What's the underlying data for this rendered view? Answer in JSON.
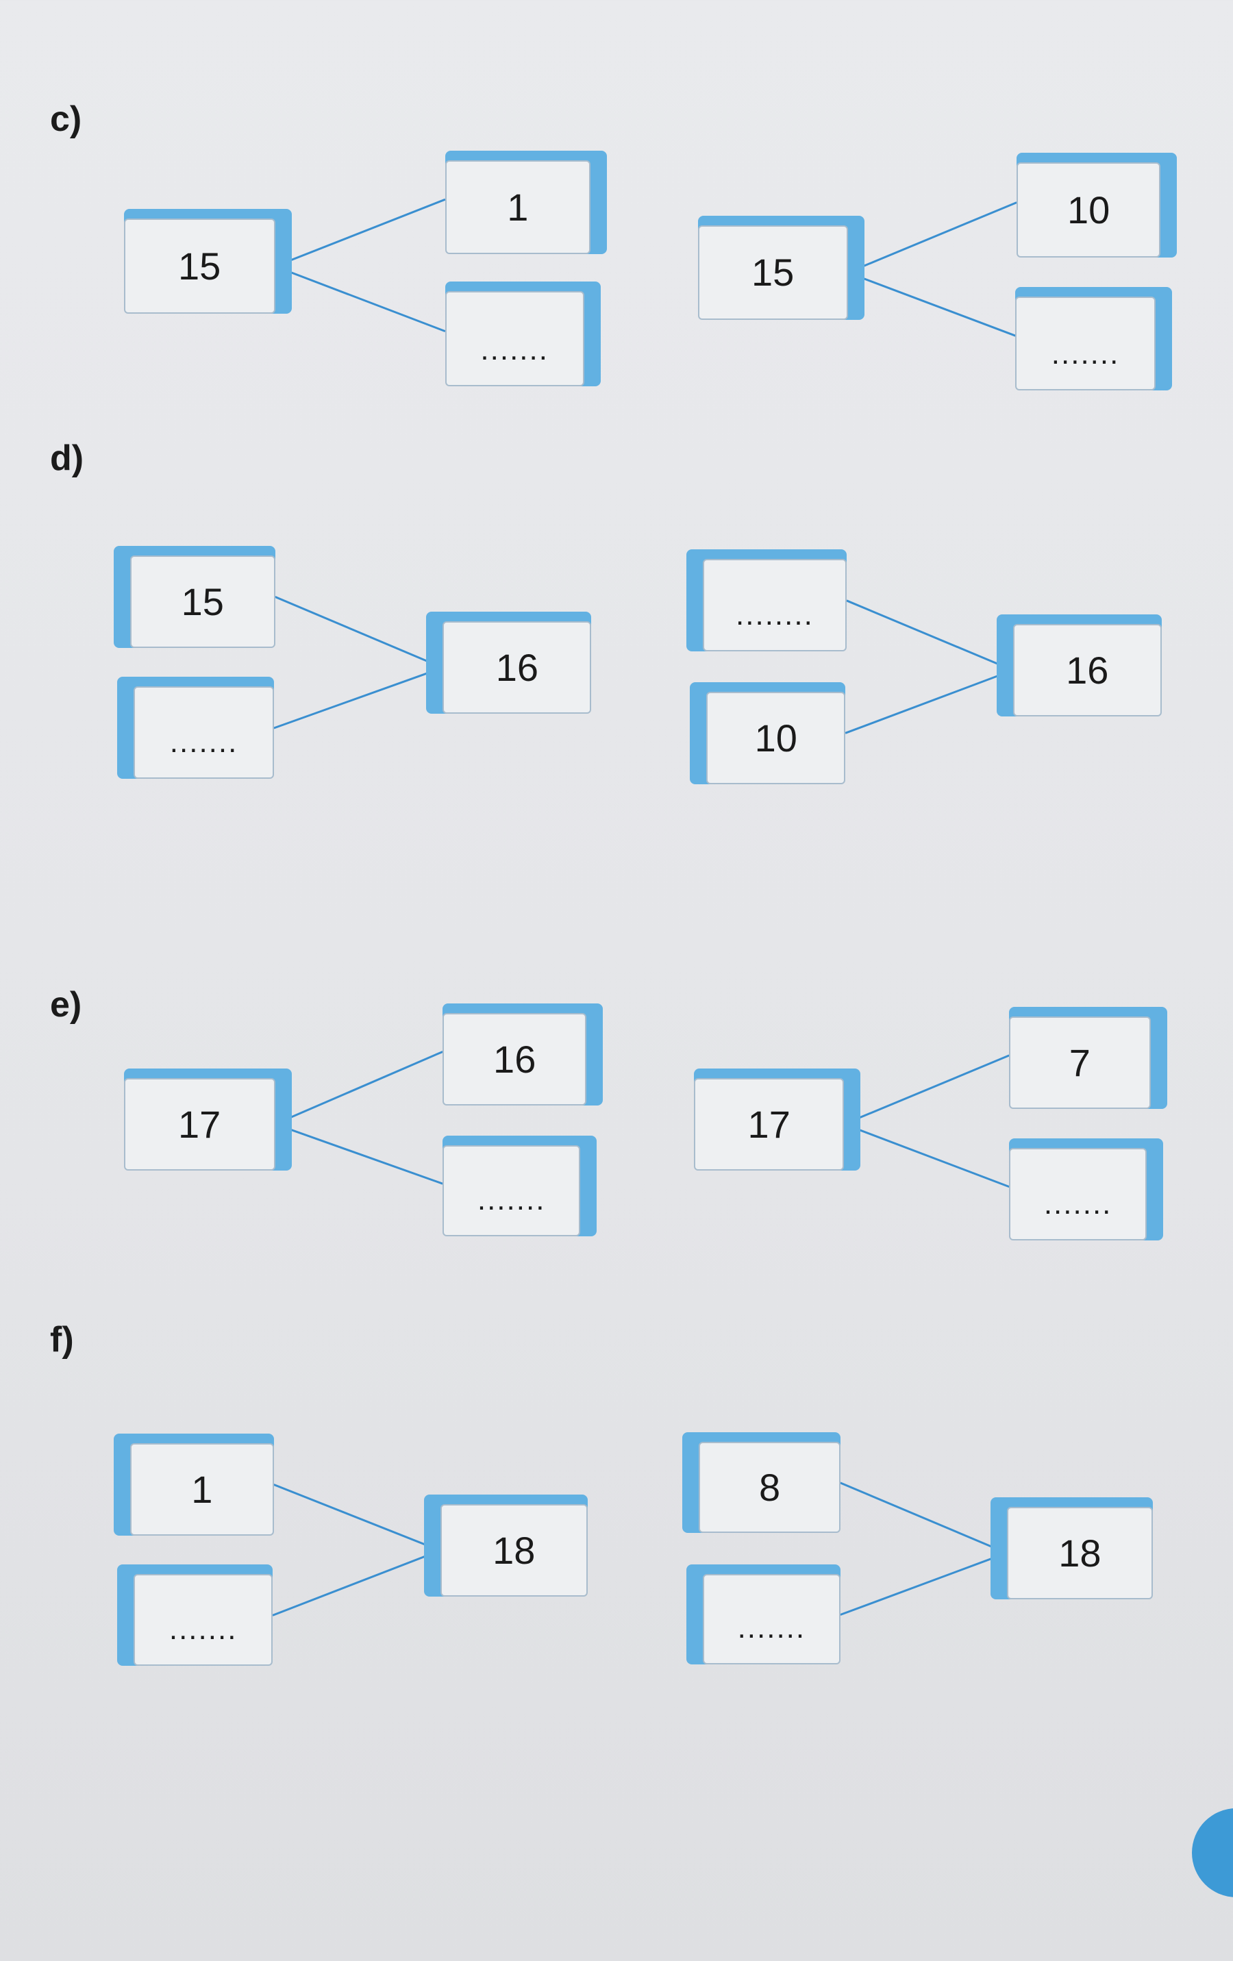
{
  "sections": [
    {
      "label": "c)",
      "diagrams": [
        {
          "whole": "15",
          "parts": [
            "1",
            "......."
          ]
        },
        {
          "whole": "15",
          "parts": [
            "10",
            "......."
          ]
        }
      ]
    },
    {
      "label": "d)",
      "diagrams": [
        {
          "whole": "16",
          "parts": [
            "15",
            "......."
          ]
        },
        {
          "whole": "16",
          "parts": [
            "........",
            "10"
          ]
        }
      ]
    },
    {
      "label": "e)",
      "diagrams": [
        {
          "whole": "17",
          "parts": [
            "16",
            "......."
          ]
        },
        {
          "whole": "17",
          "parts": [
            "7",
            "......."
          ]
        }
      ]
    },
    {
      "label": "f)",
      "diagrams": [
        {
          "whole": "18",
          "parts": [
            "1",
            "......."
          ]
        },
        {
          "whole": "18",
          "parts": [
            "8",
            "......."
          ]
        }
      ]
    }
  ],
  "colors": {
    "box_back": "#62b1e2",
    "line": "#3a8fd0",
    "box_front": "#eef0f2"
  }
}
